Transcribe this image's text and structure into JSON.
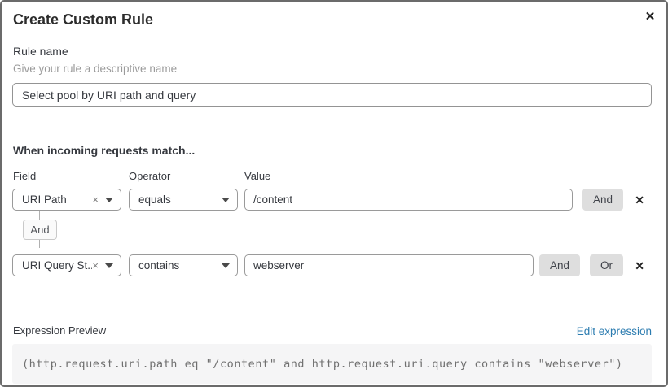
{
  "dialog": {
    "title": "Create Custom Rule"
  },
  "icons": {
    "close": "✕",
    "remove": "✕",
    "clear": "×"
  },
  "rule_name": {
    "label": "Rule name",
    "help": "Give your rule a descriptive name",
    "value": "Select pool by URI path and query"
  },
  "matcher": {
    "heading": "When incoming requests match...",
    "columns": {
      "field": "Field",
      "operator": "Operator",
      "value": "Value"
    },
    "connector": "And",
    "rows": [
      {
        "field": "URI Path",
        "operator": "equals",
        "value": "/content",
        "buttons": [
          "And"
        ]
      },
      {
        "field": "URI Query St...",
        "operator": "contains",
        "value": "webserver",
        "buttons": [
          "And",
          "Or"
        ]
      }
    ]
  },
  "expression": {
    "label": "Expression Preview",
    "edit_link": "Edit expression",
    "code": "(http.request.uri.path eq \"/content\" and http.request.uri.query contains \"webserver\")"
  },
  "colors": {
    "link_blue": "#2c7cb0",
    "button_gray": "#dedede",
    "code_bg": "#f5f5f6",
    "border_gray": "#9a9a9a"
  }
}
